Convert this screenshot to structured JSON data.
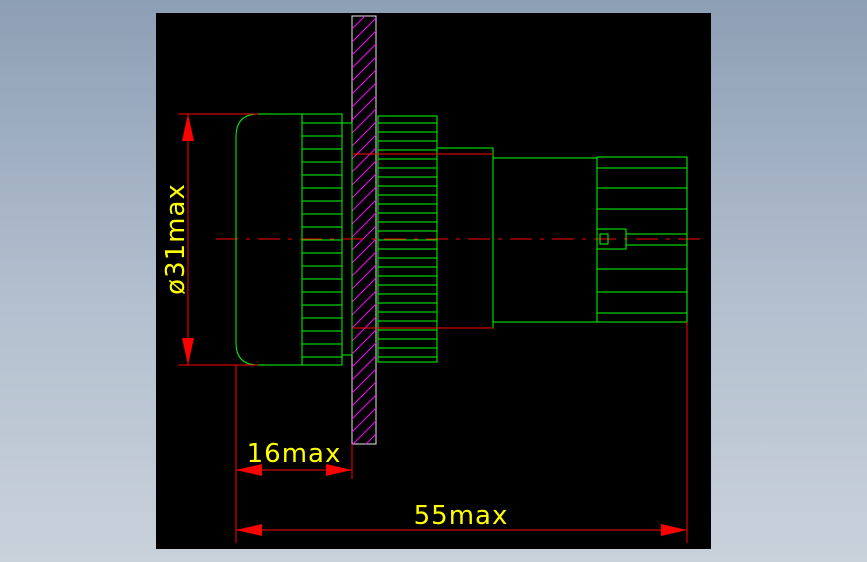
{
  "colors": {
    "background": "#000000",
    "part_outline": "#00ff00",
    "dimension_line": "#ff0000",
    "dimension_text": "#ffff00",
    "panel_hatch": "#ff00ff",
    "panel_outline": "#e8e8e8",
    "centerline": "#ff0000"
  },
  "dimensions": {
    "diameter": "ø31max",
    "front_length": "16max",
    "total_length": "55max"
  }
}
